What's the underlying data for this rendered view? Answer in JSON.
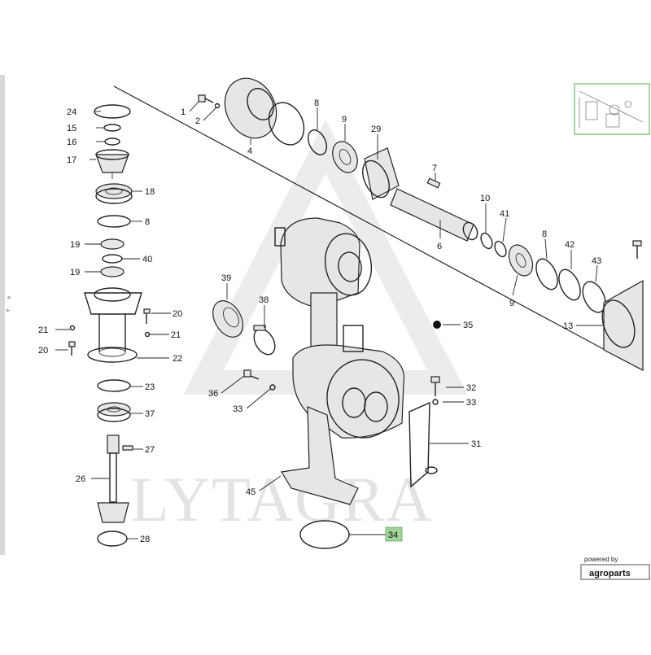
{
  "watermark": {
    "text": "LYTAGRA"
  },
  "branding": {
    "powered_by": "powered by",
    "brand": "agroparts"
  },
  "callouts": {
    "c1": "1",
    "c2": "2",
    "c4": "4",
    "c6": "6",
    "c7": "7",
    "c8a": "8",
    "c8b": "8",
    "c8c": "8",
    "c9a": "9",
    "c9b": "9",
    "c10": "10",
    "c13": "13",
    "c15": "15",
    "c16": "16",
    "c17": "17",
    "c18": "18",
    "c19a": "19",
    "c19b": "19",
    "c20a": "20",
    "c20b": "20",
    "c21a": "21",
    "c21b": "21",
    "c22": "22",
    "c23": "23",
    "c24": "24",
    "c26": "26",
    "c27": "27",
    "c28": "28",
    "c29": "29",
    "c31": "31",
    "c32": "32",
    "c33a": "33",
    "c33b": "33",
    "c34": "34",
    "c35": "35",
    "c36": "36",
    "c37": "37",
    "c38": "38",
    "c39": "39",
    "c40": "40",
    "c41": "41",
    "c42": "42",
    "c43": "43",
    "c45": "45"
  },
  "colors": {
    "highlight": "#9fd39a",
    "ink": "#222222"
  }
}
